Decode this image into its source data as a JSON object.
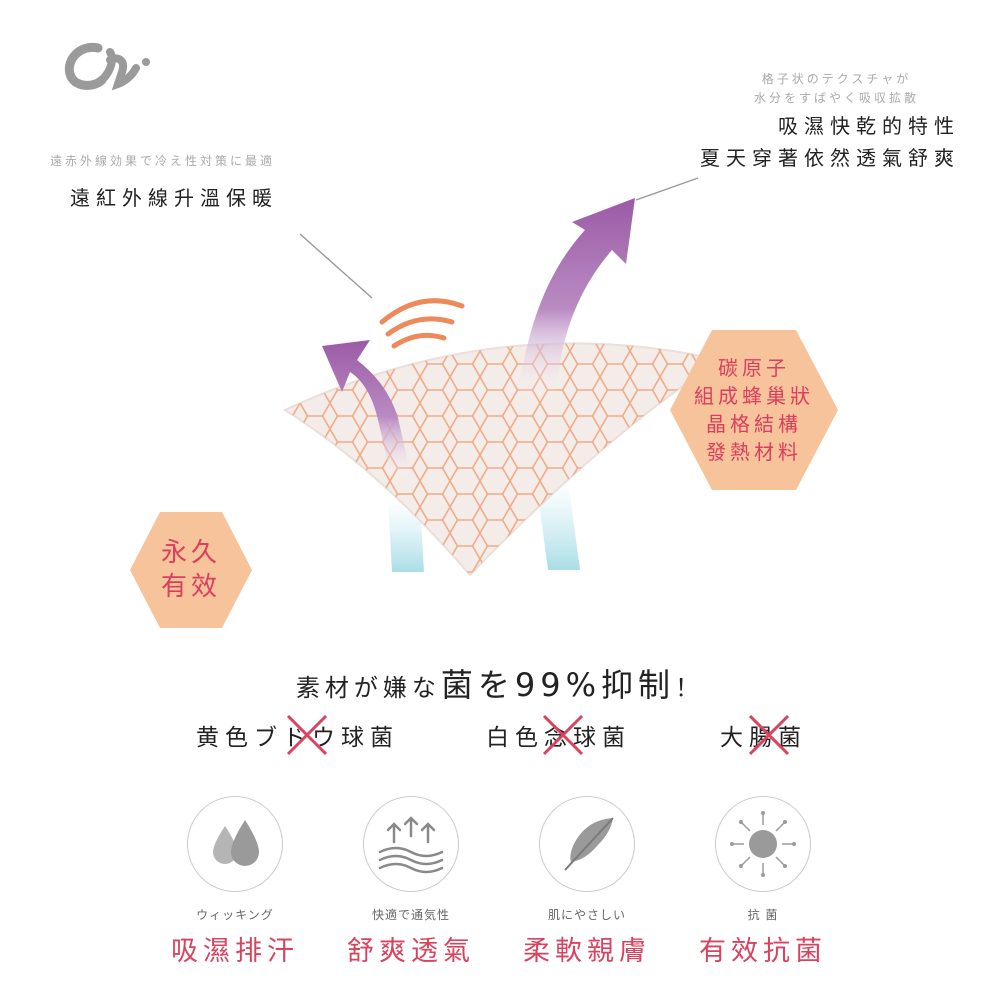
{
  "brand": {
    "logo_text": "ch"
  },
  "left_callout": {
    "note": "遠赤外線効果で冷え性対策に最適",
    "title": "遠紅外線升溫保暖"
  },
  "right_callout": {
    "note_line1": "格子状のテクスチャが",
    "note_line2": "水分をすばやく吸収拡散",
    "title_line1": "吸濕快乾的特性",
    "title_line2": "夏天穿著依然透氣舒爽"
  },
  "carbon_badge": {
    "lines": [
      "碳原子",
      "組成蜂巢狀",
      "晶格結構",
      "發熱材料"
    ],
    "color": "#f7c39a"
  },
  "durable_badge": {
    "lines": [
      "永久",
      "有效"
    ],
    "color": "#f7c39a"
  },
  "antibacterial": {
    "pre": "素材が嫌な",
    "highlight": "菌を99%抑制",
    "post": "！"
  },
  "bacteria": [
    "黄色ブドウ球菌",
    "白色念球菌",
    "大腸菌"
  ],
  "features": [
    {
      "icon": "water-drops-icon",
      "jp": "ウィッキング",
      "zh": "吸濕排汗"
    },
    {
      "icon": "airflow-icon",
      "jp": "快適で通気性",
      "zh": "舒爽透氣"
    },
    {
      "icon": "feather-icon",
      "jp": "肌にやさしい",
      "zh": "柔軟親膚"
    },
    {
      "icon": "germ-icon",
      "jp": "抗 菌",
      "zh": "有效抗菌"
    }
  ],
  "colors": {
    "accent": "#d9435e",
    "arrow": "#9b5ba5",
    "badge": "#f7c39a",
    "hex_line": "#f0a882",
    "cross": "#d9435e"
  }
}
